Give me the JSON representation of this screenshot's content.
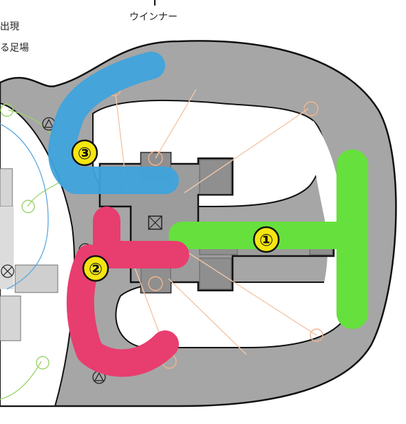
{
  "labels": {
    "top_center": "ウインナー",
    "left_line1": "出現",
    "left_line2": "る足場"
  },
  "routes": [
    {
      "number": "①",
      "color": "#66e03c"
    },
    {
      "number": "②",
      "color": "#e83d6f"
    },
    {
      "number": "③",
      "color": "#3fa3dc"
    }
  ],
  "colors": {
    "ground": "#a6a6a6",
    "outline": "#111111",
    "background": "#ffffff",
    "marker_fill": "#f5e611",
    "path_light": "#f2c7a8",
    "path_green": "#9bd46a",
    "path_blue": "#5aa8e0"
  }
}
